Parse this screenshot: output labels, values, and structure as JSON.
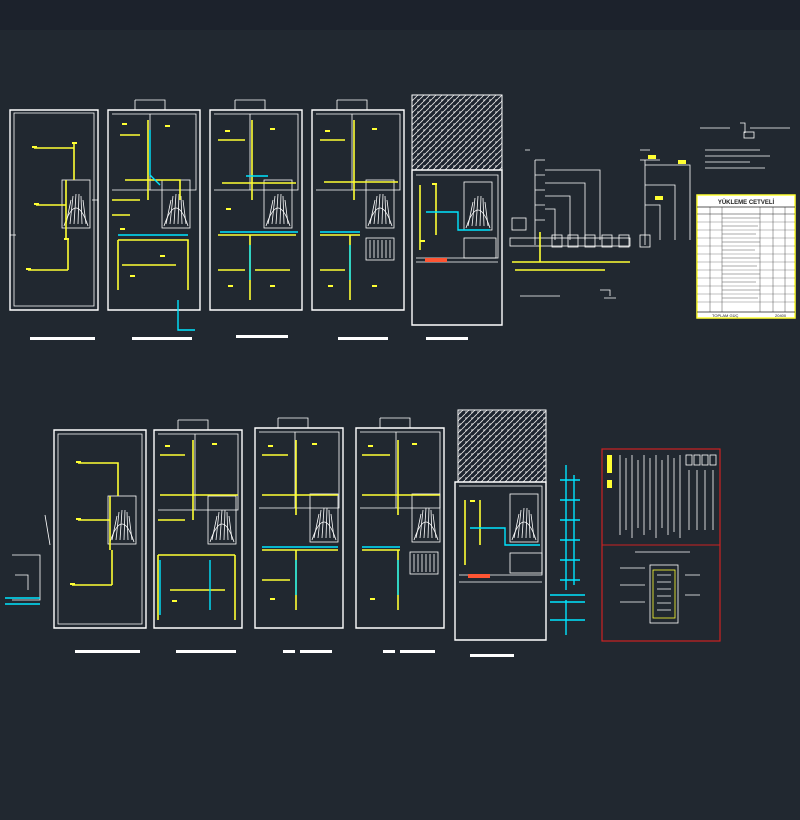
{
  "app": {
    "background": "#212830",
    "topbar_color": "#1c222c"
  },
  "colors": {
    "walls": "#ffffff",
    "wiring": "#ffff33",
    "conduit": "#00e5ff",
    "frame": "#cc2222",
    "table_bg": "#ffffff",
    "table_border": "#ffff33"
  },
  "load_table": {
    "title": "YÜKLEME CETVELİ",
    "footer_label": "TOPLAM GÜÇ",
    "footer_value": "20400"
  },
  "plans": {
    "top_row": [
      "ground-floor-plan",
      "first-floor-plan",
      "second-floor-plan",
      "third-floor-plan",
      "roof-plan"
    ],
    "bottom_row": [
      "ground-floor-plan-2",
      "first-floor-plan-2",
      "second-floor-plan-2",
      "third-floor-plan-2",
      "roof-plan-2"
    ]
  }
}
